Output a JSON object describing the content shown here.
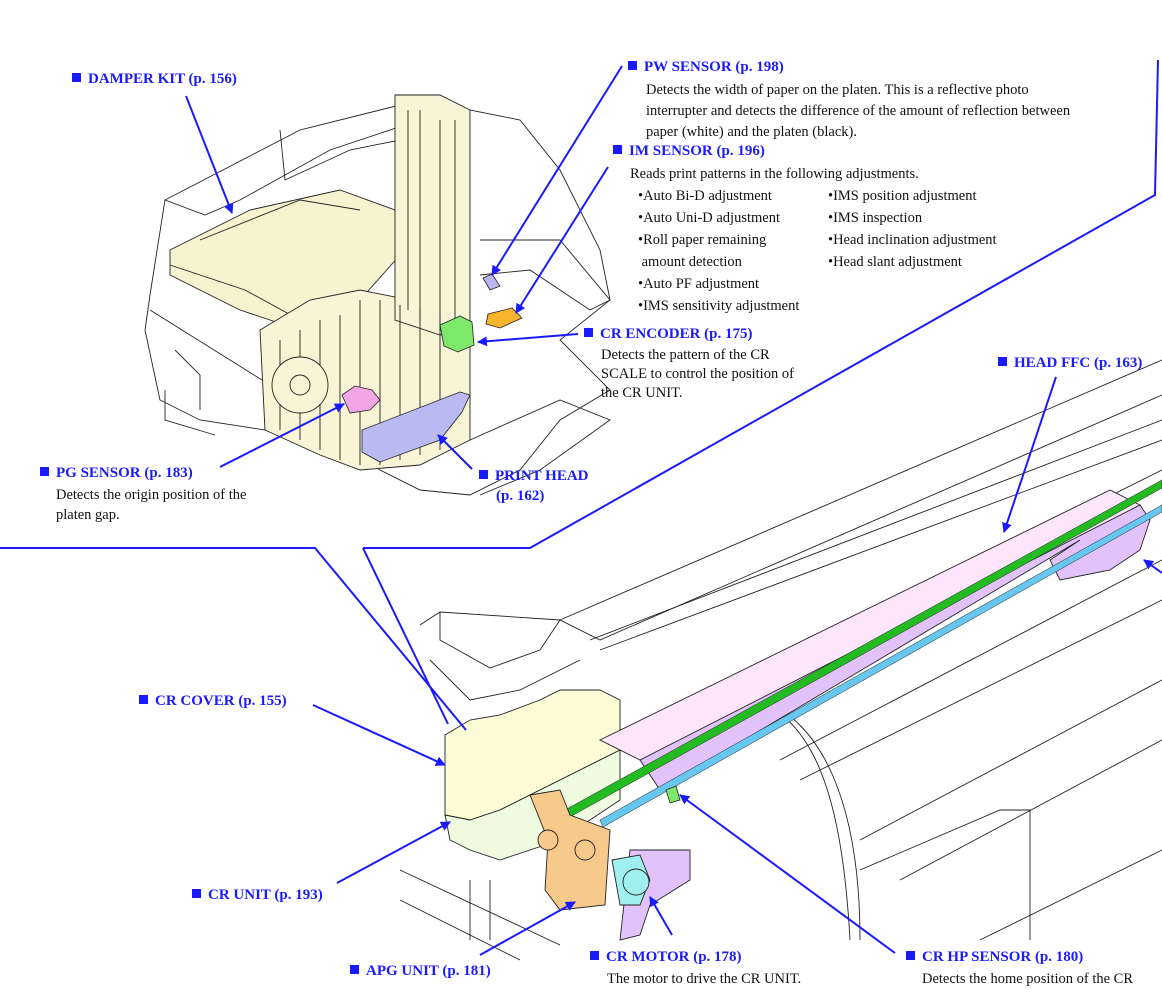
{
  "figure": {
    "subject": "Printer carriage (CR) mechanism - component locations",
    "colors": {
      "label_blue": "#1a1aff",
      "leader_blue": "#1a1aff",
      "damper_kit": "#f7f3cf",
      "cr_cover": "#fbfbd6",
      "cr_unit": "#eefbe0",
      "head_ffc_light": "#fde6fb",
      "head_ffc_dark": "#e2c2fa",
      "pw_sensor": "#b9b6ef",
      "im_sensor": "#f6b52c",
      "cr_encoder": "#7de86a",
      "pg_sensor": "#f2a6e6",
      "print_head": "#b9baf2",
      "apg_unit": "#f7c98a",
      "cr_motor": "#9ff0ef",
      "cr_scale_green": "#22bb22",
      "cr_shaft_blue": "#66c8f0"
    }
  },
  "callouts": {
    "damper_kit": {
      "label": "DAMPER KIT (p. 156)"
    },
    "pw_sensor": {
      "label": "PW SENSOR (p. 198)",
      "desc": [
        "Detects the width of paper on the platen. This is a reflective photo",
        "interrupter and detects the difference of the amount of reflection between",
        "paper (white) and the platen (black)."
      ]
    },
    "im_sensor": {
      "label": "IM SENSOR (p. 196)",
      "desc": "Reads print patterns in the following adjustments.",
      "list_left": [
        "•Auto Bi-D adjustment",
        "•Auto Uni-D adjustment",
        "•Roll paper remaining",
        " amount detection",
        "•Auto PF adjustment",
        "•IMS sensitivity adjustment"
      ],
      "list_right": [
        "•IMS position adjustment",
        "•IMS inspection",
        "•Head inclination adjustment",
        "•Head slant adjustment"
      ]
    },
    "cr_encoder": {
      "label": "CR ENCODER (p. 175)",
      "desc": [
        "Detects the pattern of the CR",
        "SCALE to control the position of",
        "the CR UNIT."
      ]
    },
    "pg_sensor": {
      "label": "PG SENSOR (p. 183)",
      "desc": [
        "Detects the origin position of the",
        "platen gap."
      ]
    },
    "print_head": {
      "label_line1": "PRINT HEAD",
      "label_line2": "(p. 162)"
    },
    "head_ffc": {
      "label": "HEAD FFC (p. 163)"
    },
    "cr_cover": {
      "label": "CR COVER (p. 155)"
    },
    "cr_unit": {
      "label": "CR UNIT (p. 193)"
    },
    "apg_unit": {
      "label": "APG UNIT (p. 181)"
    },
    "cr_motor": {
      "label": "CR MOTOR (p. 178)",
      "desc": "The motor to drive the CR UNIT."
    },
    "cr_hp_sensor": {
      "label": "CR HP SENSOR (p. 180)",
      "desc": "Detects the home position of the CR"
    }
  }
}
